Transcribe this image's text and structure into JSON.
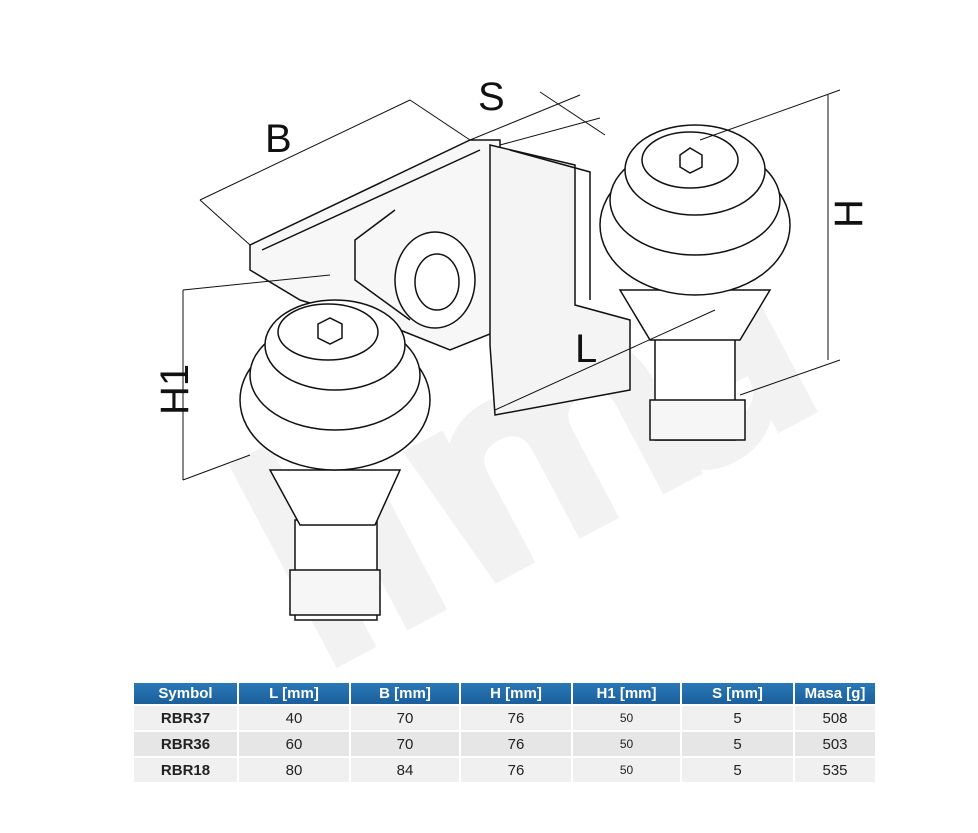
{
  "drawing": {
    "labels": {
      "B": "B",
      "S": "S",
      "H": "H",
      "H1": "H1",
      "L": "L"
    },
    "watermark": "lima"
  },
  "table": {
    "headers": [
      "Symbol",
      "L [mm]",
      "B [mm]",
      "H [mm]",
      "H1 [mm]",
      "S [mm]",
      "Masa [g]"
    ],
    "rows": [
      [
        "RBR37",
        "40",
        "70",
        "76",
        "50",
        "5",
        "508"
      ],
      [
        "RBR36",
        "60",
        "70",
        "76",
        "50",
        "5",
        "503"
      ],
      [
        "RBR18",
        "80",
        "84",
        "76",
        "50",
        "5",
        "535"
      ]
    ],
    "header_color": "#1f6aa5"
  }
}
